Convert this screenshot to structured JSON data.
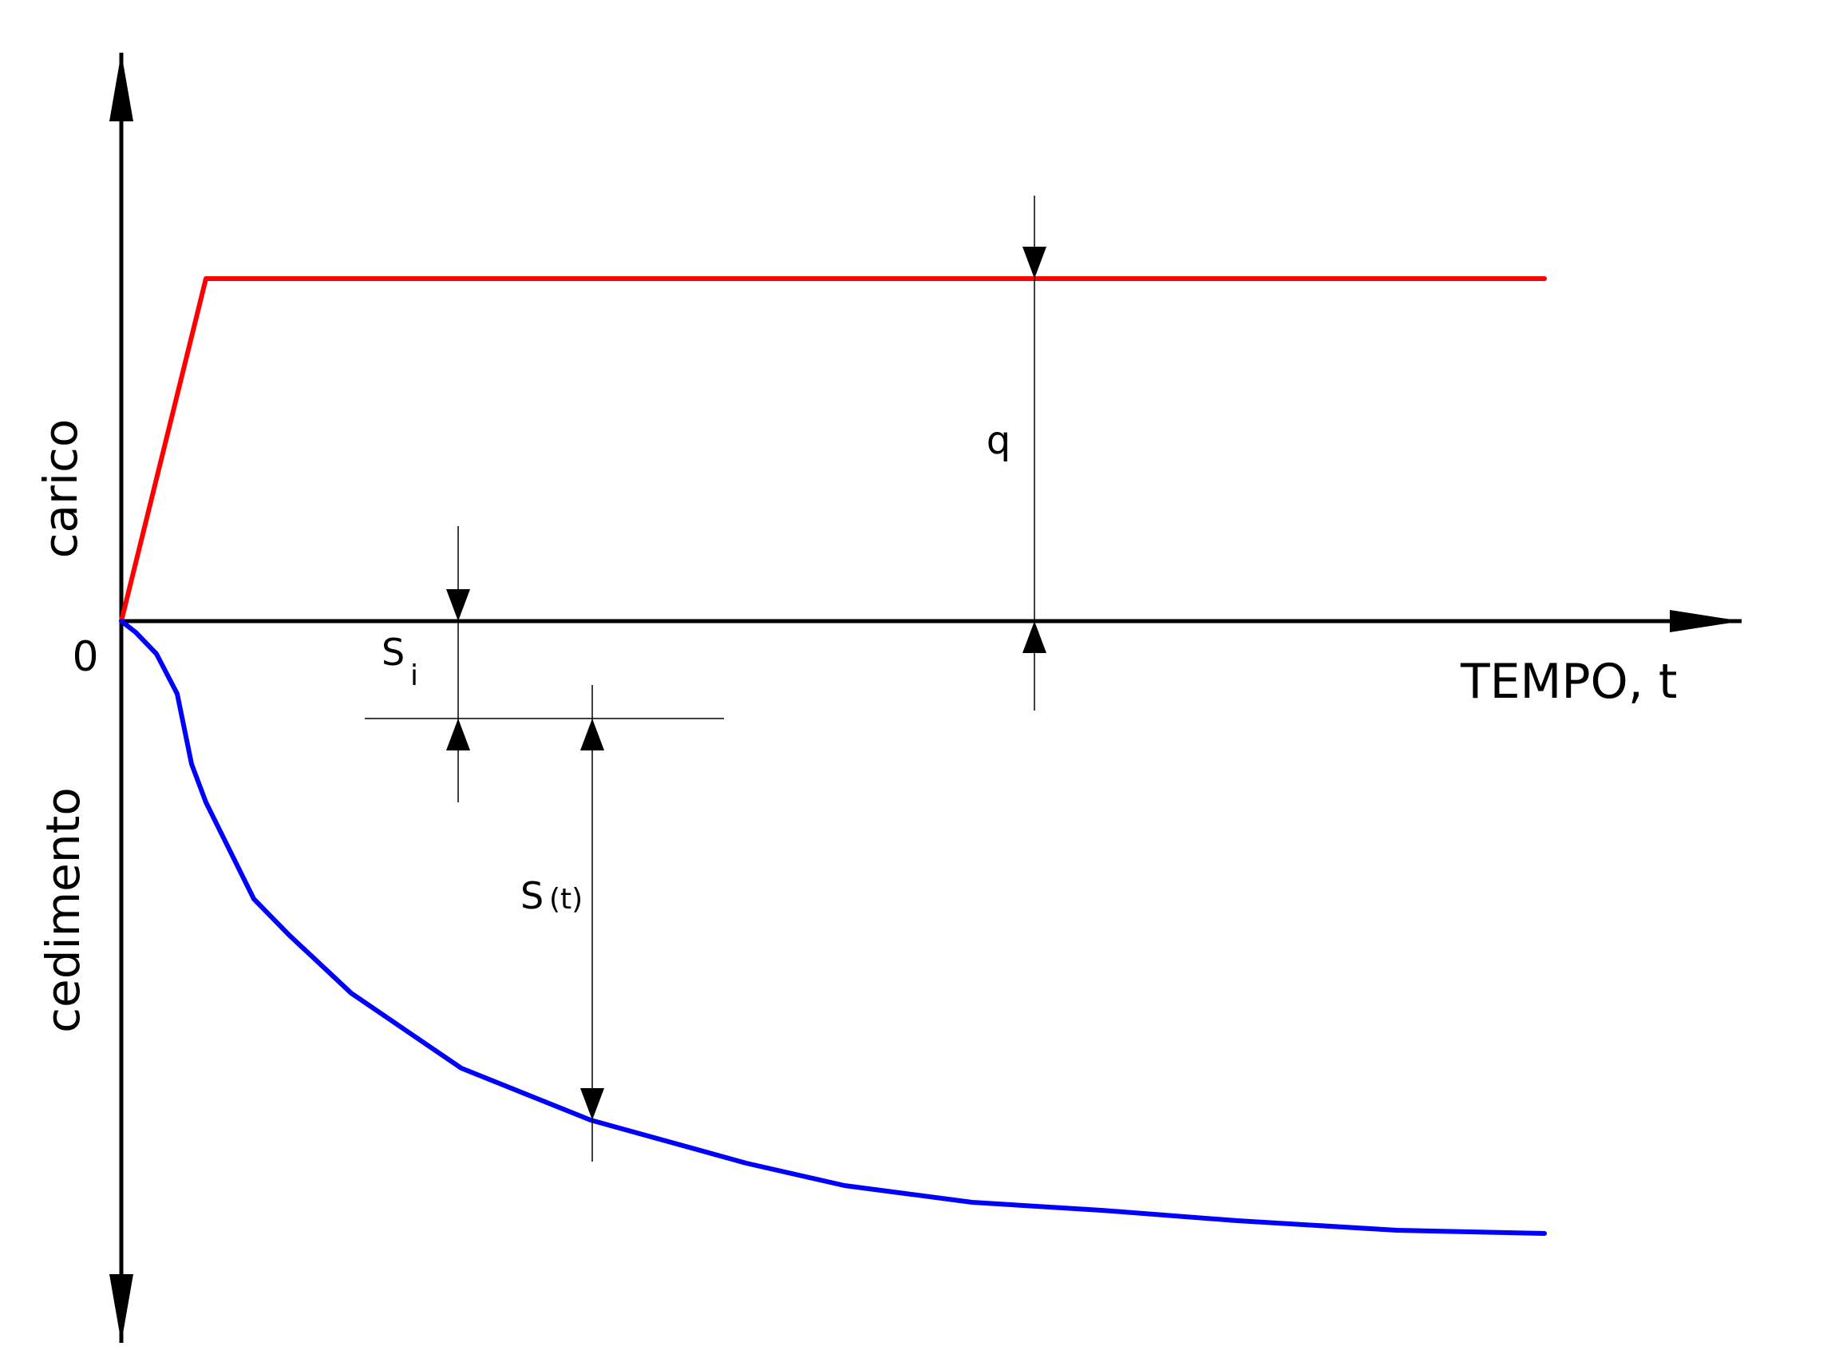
{
  "labels": {
    "y_upper": "carico",
    "y_lower": "cedimento",
    "origin": "0",
    "x_axis": "TEMPO, t",
    "load_dim": "q",
    "si_main": "S",
    "si_sub": "i",
    "st_main": "S",
    "st_sub": "(t)"
  },
  "colors": {
    "axes": "#000000",
    "load_curve": "#ff0000",
    "settlement_curve": "#0000ff",
    "dimension_lines": "#000000"
  },
  "curves": {
    "load": {
      "name": "carico",
      "shape": "linear ramp to constant load q"
    },
    "settlement": {
      "name": "cedimento",
      "shape": "immediate settlement Si followed by time-dependent settlement S(t)"
    }
  },
  "icons": {
    "y_axis_top": "arrow-up-icon",
    "y_axis_bottom": "arrow-down-icon",
    "x_axis_end": "arrow-right-icon"
  }
}
